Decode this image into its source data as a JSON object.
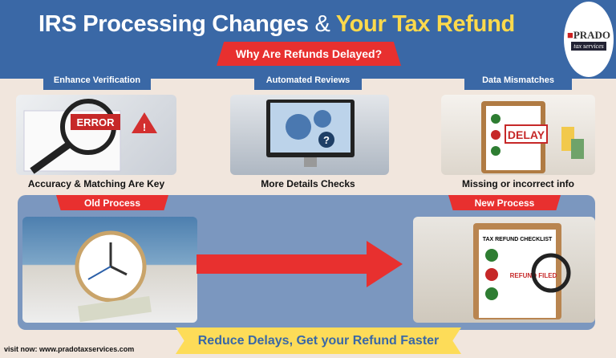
{
  "header": {
    "title_part1": "IRS Processing Changes",
    "title_amp": "&",
    "title_part2": "Your Tax Refund",
    "logo_name": "PRADO",
    "logo_sub": "tax services"
  },
  "ribbon": "Why Are Refunds Delayed?",
  "steps": [
    {
      "label": "Enhance Verification",
      "caption": "Accuracy & Matching Are Key",
      "image_text": "ERROR"
    },
    {
      "label": "Automated Reviews",
      "caption": "More Details Checks"
    },
    {
      "label": "Data Mismatches",
      "caption": "Missing or incorrect info",
      "image_text": "DELAY"
    }
  ],
  "process": {
    "old_label": "Old Process",
    "new_label": "New Process",
    "checklist_title": "TAX REFUND CHECKLIST",
    "stamp": "REFUND FILED"
  },
  "banner": "Reduce Delays, Get  your Refund Faster",
  "footer": "visit now: www.pradotaxservices.com",
  "colors": {
    "blue": "#3a68a6",
    "red": "#e8302f",
    "yellow": "#fddc58",
    "panel": "#7b97bf",
    "bg": "#f1e6dd"
  }
}
